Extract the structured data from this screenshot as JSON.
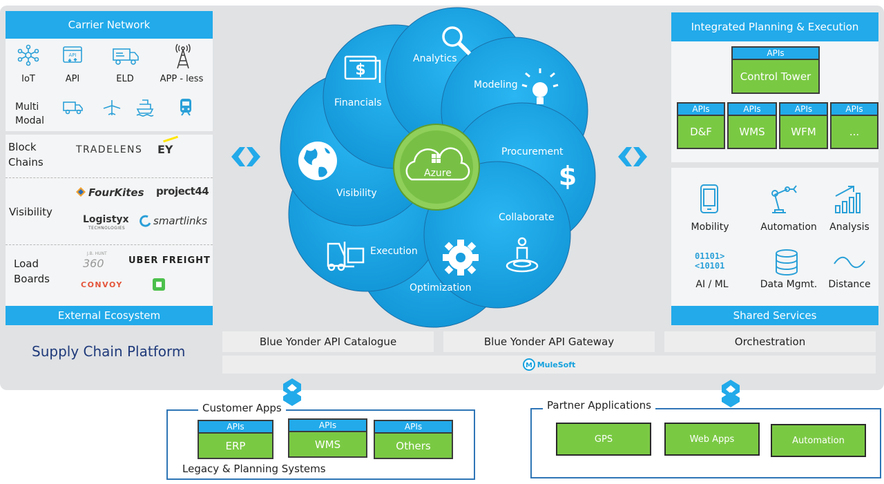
{
  "carrier_network": {
    "title": "Carrier Network",
    "row1": [
      {
        "icon": "iot-network-icon",
        "label": "IoT"
      },
      {
        "icon": "api-icon",
        "label": "API"
      },
      {
        "icon": "truck-eld-icon",
        "label": "ELD"
      },
      {
        "icon": "tower-icon",
        "label": "APP - less"
      }
    ],
    "multimodal_label": "Multi\nModal",
    "multimodal_icons": [
      "truck-icon",
      "airplane-icon",
      "ship-icon",
      "train-icon"
    ]
  },
  "ecosystem": {
    "block_chains_label": "Block\nChains",
    "block_chains_logos": [
      "TRADELENS",
      "EY"
    ],
    "visibility_label": "Visibility",
    "visibility_logos": [
      "FourKites",
      "project44",
      "Logistyx",
      "TECHNOLOGIES",
      "smartlinks"
    ],
    "load_boards_label": "Load\nBoards",
    "load_boards_logos": [
      "J.B. HUNT",
      "360",
      "UBER FREIGHT",
      "CONVOY"
    ],
    "footer": "External Ecosystem"
  },
  "platform_title": "Supply Chain Platform",
  "wheel": {
    "center": "Azure",
    "segments": [
      "Analytics",
      "Modeling",
      "Procurement",
      "Collaborate",
      "Optimization",
      "Execution",
      "Visibility",
      "Financials"
    ]
  },
  "integrated": {
    "title": "Integrated Planning & Execution",
    "control_tower": {
      "api": "APIs",
      "label": "Control Tower"
    },
    "modules": [
      {
        "api": "APIs",
        "label": "D&F"
      },
      {
        "api": "APIs",
        "label": "WMS"
      },
      {
        "api": "APIs",
        "label": "WFM"
      },
      {
        "api": "APIs",
        "label": "..."
      }
    ]
  },
  "shared_services": {
    "items": [
      {
        "icon": "mobile-icon",
        "label": "Mobility"
      },
      {
        "icon": "robot-arm-icon",
        "label": "Automation"
      },
      {
        "icon": "chart-icon",
        "label": "Analysis"
      },
      {
        "icon": "binary-code-icon",
        "label": "AI / ML"
      },
      {
        "icon": "database-icon",
        "label": "Data Mgmt."
      },
      {
        "icon": "wave-icon",
        "label": "Distance"
      }
    ],
    "footer": "Shared Services"
  },
  "bars": {
    "catalogue": "Blue Yonder API Catalogue",
    "gateway": "Blue Yonder API Gateway",
    "orchestration": "Orchestration",
    "mulesoft": "MuleSoft"
  },
  "customer_apps": {
    "title": "Customer Apps",
    "apps": [
      {
        "api": "APIs",
        "label": "ERP"
      },
      {
        "api": "APIs",
        "label": "WMS"
      },
      {
        "api": "APIs",
        "label": "Others"
      }
    ],
    "footer": "Legacy & Planning Systems"
  },
  "partner_apps": {
    "title": "Partner Applications",
    "apps": [
      "GPS",
      "Web Apps",
      "Automation"
    ]
  },
  "colors": {
    "blue": "#22aaea",
    "green": "#7ac943",
    "grey": "#e0e2e4"
  }
}
